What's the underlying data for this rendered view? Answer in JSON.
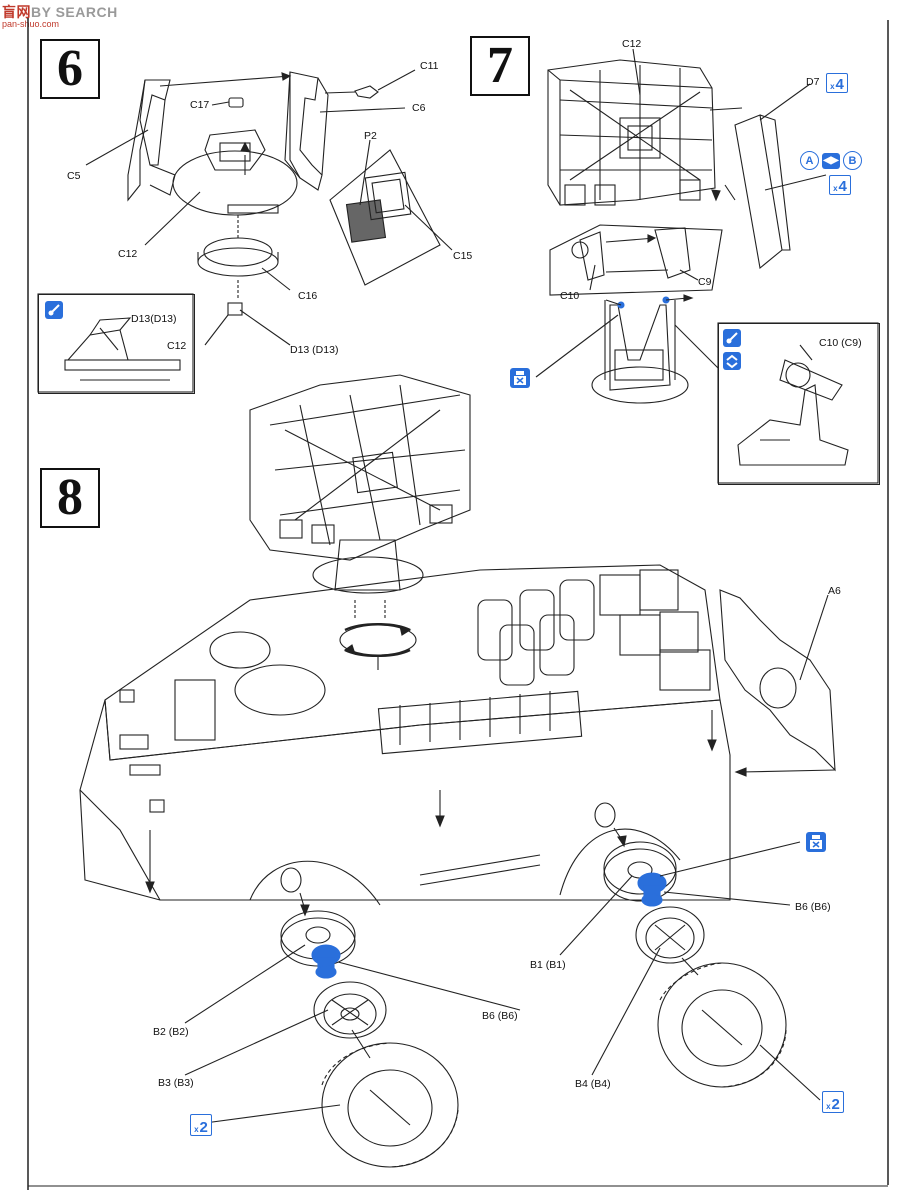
{
  "watermark": {
    "brand_cn": "盲",
    "brand_cn2": "网",
    "brand": "BY SEARCH",
    "site": "pan-shuo.com"
  },
  "steps": {
    "s6": "6",
    "s7": "7",
    "s8": "8"
  },
  "step6": {
    "parts": {
      "c11": "C11",
      "c17": "C17",
      "c6": "C6",
      "c5": "C5",
      "p2": "P2",
      "c12": "C12",
      "c15": "C15",
      "c16": "C16",
      "d13": "D13 (D13)"
    },
    "inset": {
      "d13": "D13(D13)",
      "c12": "C12"
    }
  },
  "step7": {
    "parts": {
      "c12": "C12",
      "d7": "D7",
      "c10": "C10",
      "c9": "C9"
    },
    "qty_d7": "4",
    "qty_ab": "4",
    "a_label": "A",
    "b_label": "B",
    "inset": {
      "c10": "C10 (C9)"
    }
  },
  "step8": {
    "parts": {
      "a6": "A6",
      "b6_right": "B6 (B6)",
      "b1": "B1 (B1)",
      "b4": "B4 (B4)",
      "b2": "B2 (B2)",
      "b6_left": "B6 (B6)",
      "b3": "B3 (B3)"
    },
    "qty_left": "2",
    "qty_right": "2"
  },
  "qty_prefix": "x",
  "colors": {
    "accent": "#2a6fdb",
    "ink": "#111111"
  },
  "icons": [
    "glue-icon",
    "paint-icon",
    "rotate-icon",
    "cement-icon"
  ]
}
